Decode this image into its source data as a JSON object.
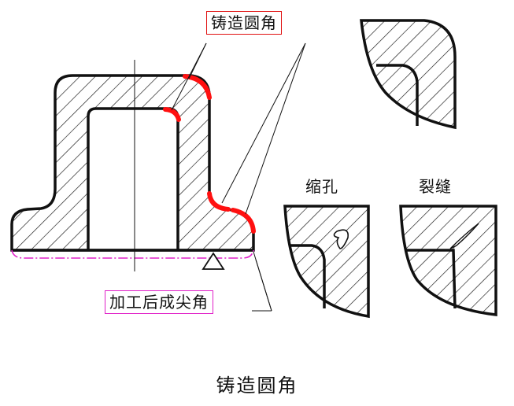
{
  "labels": {
    "casting_fillet": "铸造圆角",
    "sharp_corner_after_machining": "加工后成尖角",
    "shrinkage_hole": "缩孔",
    "crack": "裂缝"
  },
  "caption": "铸造圆角",
  "colors": {
    "outline": "#111111",
    "fillet_highlight": "#ff1010",
    "machined_line": "#e020c8",
    "label_box_red": "#e01010",
    "label_box_pink": "#e020c8"
  },
  "icons": {
    "machining_symbol": "triangle"
  }
}
